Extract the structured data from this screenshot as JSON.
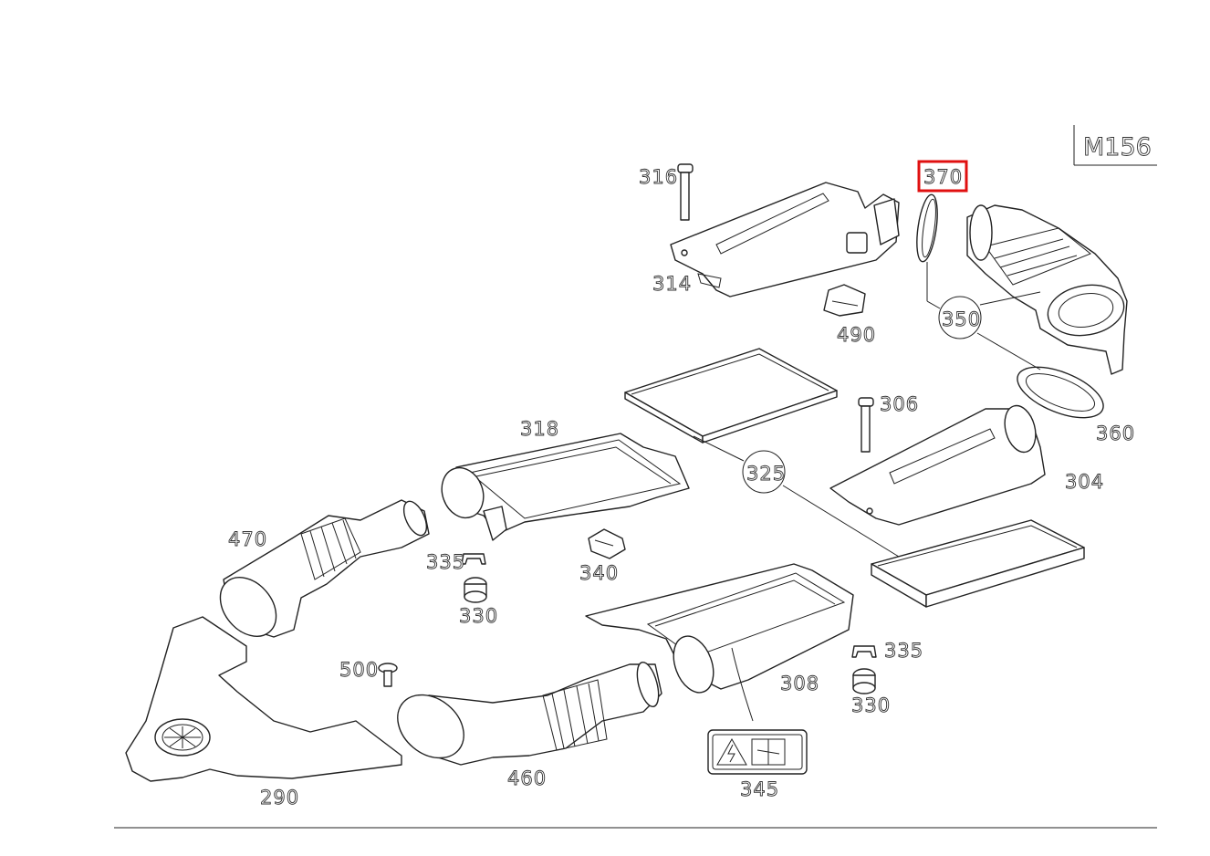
{
  "diagram": {
    "engine_code": "M156",
    "highlighted_part": "370",
    "callouts": {
      "p316": "316",
      "p314": "314",
      "p490": "490",
      "p370": "370",
      "p350": "350",
      "p360": "360",
      "p306": "306",
      "p304": "304",
      "p318": "318",
      "p325": "325",
      "p470": "470",
      "p335a": "335",
      "p330a": "330",
      "p340": "340",
      "p500": "500",
      "p460": "460",
      "p290": "290",
      "p308": "308",
      "p335b": "335",
      "p330b": "330",
      "p345": "345"
    }
  }
}
